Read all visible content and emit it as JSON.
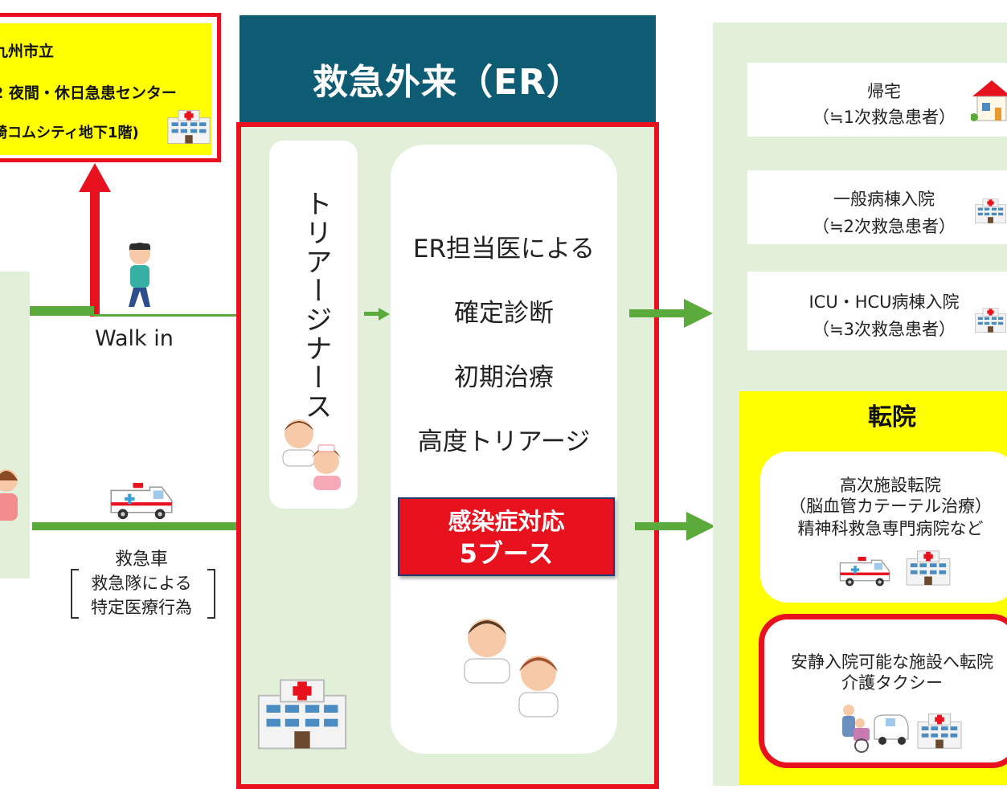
{
  "night_center": {
    "line1": "九州市立",
    "line2": "2 夜間・休日急患センター",
    "line3": "崎コムシティ地下1階)"
  },
  "left_route": {
    "walk_in": "Walk in"
  },
  "ambulance_route": {
    "label": "救急車",
    "sub1": "救急隊による",
    "sub2": "特定医療行為"
  },
  "er": {
    "title": "救急外来（ER）",
    "triage": "トリアージナース",
    "lines": [
      "ER担当医による",
      "確定診断",
      "初期治療",
      "高度トリアージ"
    ],
    "booth": {
      "line1": "感染症対応",
      "line2": "5ブース"
    }
  },
  "outcomes": [
    {
      "title": "帰宅",
      "sub": "（≒1次救急患者）"
    },
    {
      "title": "一般病棟入院",
      "sub": "（≒2次救急患者）"
    },
    {
      "title": "ICU・HCU病棟入院",
      "sub": "（≒3次救急患者）"
    }
  ],
  "transfer": {
    "title": "転院",
    "high": {
      "line1": "高次施設転院",
      "line2": "（脳血管カテーテル治療）",
      "line3": "精神科救急専門病院など"
    },
    "calm": {
      "line1": "安静入院可能な施設へ転院",
      "line2": "介護タクシー"
    }
  },
  "icons": [
    "hospital-icon",
    "house-icon",
    "ambulance-icon",
    "walking-person-icon",
    "doctor-nurse-icon",
    "patient-icon",
    "wheelchair-taxi-icon"
  ],
  "colors": {
    "red": "#e8121e",
    "yellow": "#ffff00",
    "er_header": "#0d5c73",
    "light_green": "#e2f0d9",
    "arrow_green": "#5aab3b"
  }
}
